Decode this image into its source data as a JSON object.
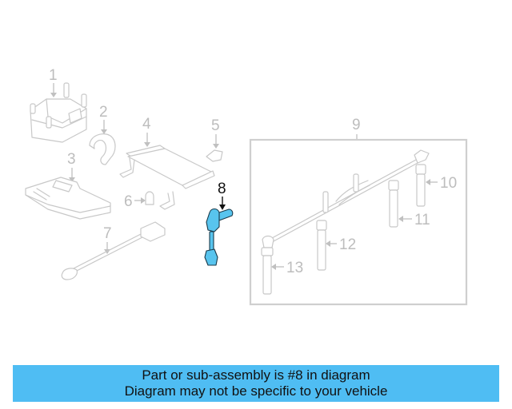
{
  "diagram": {
    "highlighted_part": "8",
    "highlight_color": "#58c4ee",
    "banner_color": "#4fbdf3",
    "callouts": [
      {
        "number": "1",
        "label": "1"
      },
      {
        "number": "2",
        "label": "2"
      },
      {
        "number": "3",
        "label": "3"
      },
      {
        "number": "4",
        "label": "4"
      },
      {
        "number": "5",
        "label": "5"
      },
      {
        "number": "6",
        "label": "6"
      },
      {
        "number": "7",
        "label": "7"
      },
      {
        "number": "8",
        "label": "8"
      },
      {
        "number": "9",
        "label": "9"
      },
      {
        "number": "10",
        "label": "10"
      },
      {
        "number": "11",
        "label": "11"
      },
      {
        "number": "12",
        "label": "12"
      },
      {
        "number": "13",
        "label": "13"
      }
    ]
  },
  "banner": {
    "line1": "Part or sub-assembly is #8 in diagram",
    "line2": "Diagram may not be specific to your vehicle"
  }
}
